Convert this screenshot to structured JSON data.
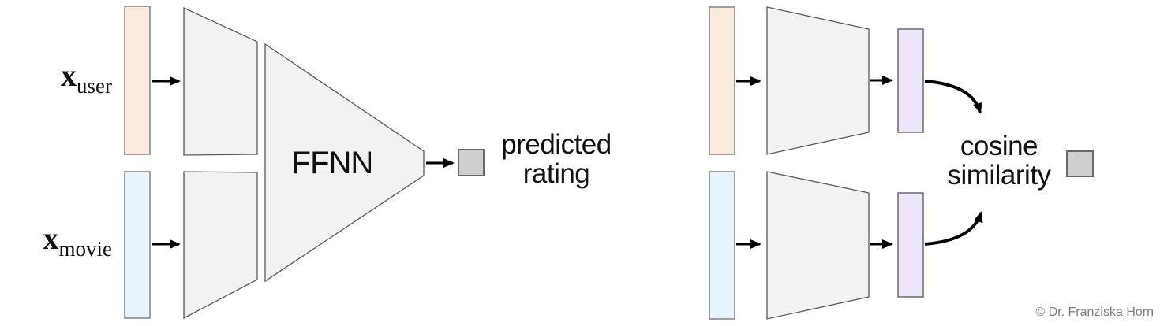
{
  "left_diagram": {
    "user_input": {
      "base": "x",
      "subscript": "user"
    },
    "movie_input": {
      "base": "x",
      "subscript": "movie"
    },
    "network_label": "FFNN",
    "output_label": {
      "line1": "predicted",
      "line2": "rating"
    }
  },
  "right_diagram": {
    "operation_label": {
      "line1": "cosine",
      "line2": "similarity"
    }
  },
  "footer": {
    "copyright": "© Dr. Franziska Horn"
  },
  "colors": {
    "user_vector_fill": "#fceadf",
    "movie_vector_fill": "#e6f5fc",
    "embedding_vector_fill": "#efe6fc",
    "network_fill": "#f2f2f2",
    "output_square_fill": "#d0cece",
    "vector_border": "#808080",
    "network_border": "#595959",
    "output_border": "#696969",
    "arrow_color": "#000000",
    "text_color": "#111111",
    "copyright_color": "#7d7d7d"
  }
}
